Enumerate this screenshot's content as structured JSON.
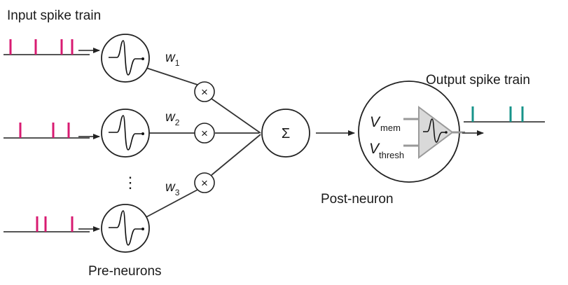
{
  "labels": {
    "input_title": "Input spike train",
    "output_title": "Output spike train",
    "pre_neurons": "Pre-neurons",
    "post_neuron": "Post-neuron",
    "ellipsis": "⋮"
  },
  "weights": [
    {
      "symbol": "w",
      "subscript": "1"
    },
    {
      "symbol": "w",
      "subscript": "2"
    },
    {
      "symbol": "w",
      "subscript": "3"
    }
  ],
  "operators": {
    "multiply": "×",
    "sum": "Σ"
  },
  "post_neuron": {
    "v_mem": {
      "symbol": "V",
      "subscript": "mem"
    },
    "v_thresh": {
      "symbol": "V",
      "subscript": "thresh"
    }
  },
  "colors": {
    "input_spike": "#d81b72",
    "output_spike": "#17938a",
    "line": "#333333",
    "comparator_fill": "#d9d9d9"
  }
}
